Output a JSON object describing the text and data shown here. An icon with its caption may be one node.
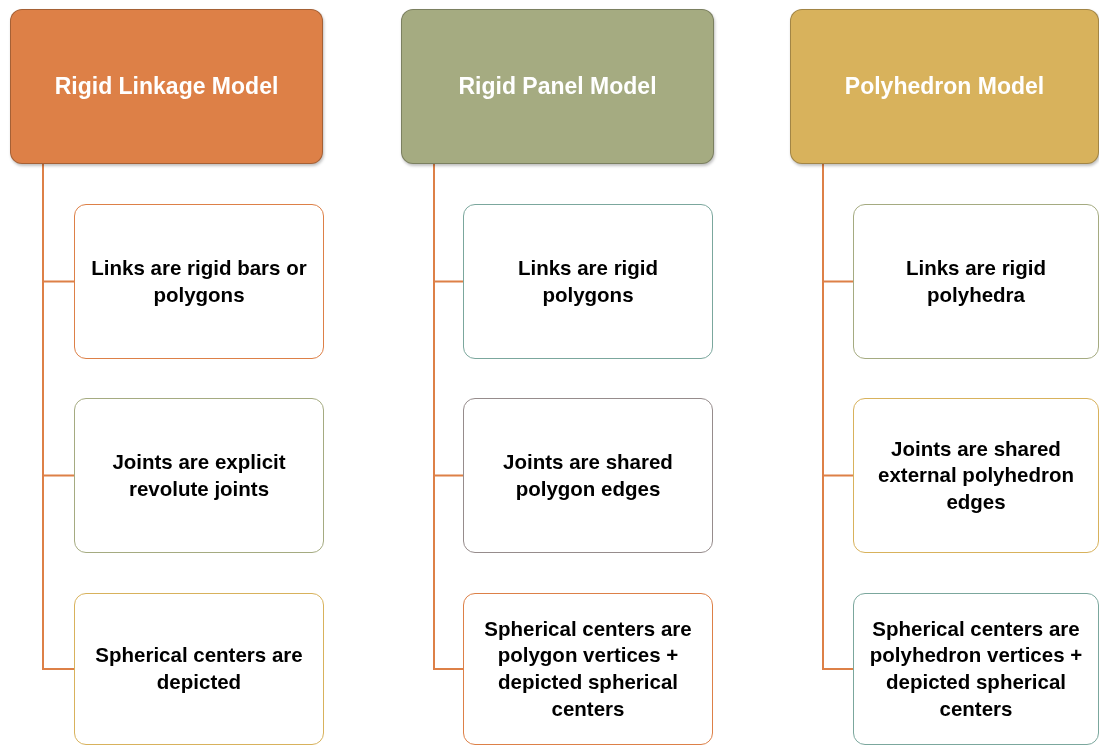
{
  "diagram": {
    "nodes": [
      {
        "text": [
          "Rigid Linkage Model"
        ]
      },
      {
        "text": [
          "Links are rigid bars or polygons"
        ]
      },
      {
        "text": [
          "Joints are explicit revolute joints"
        ]
      },
      {
        "text": [
          "Spherical centers are depicted"
        ]
      },
      {
        "text": [
          "Rigid Panel Model"
        ]
      },
      {
        "text": [
          "Links are rigid polygons"
        ]
      },
      {
        "text": [
          "Joints are shared polygon edges"
        ]
      },
      {
        "text": [
          "Spherical centers are polygon vertices + depicted spherical centers"
        ]
      },
      {
        "text": [
          "Polyhedron Model"
        ]
      },
      {
        "text": [
          "Links are rigid polyhedra"
        ]
      },
      {
        "text": [
          "Joints are shared external polyhedron edges"
        ]
      },
      {
        "text": [
          "Spherical centers are polyhedron vertices + depicted spherical centers"
        ]
      }
    ],
    "edges": [
      {
        "from": 0,
        "to": 1,
        "arrow": "none"
      },
      {
        "from": 0,
        "to": 2,
        "arrow": "none"
      },
      {
        "from": 0,
        "to": 3,
        "arrow": "none"
      },
      {
        "from": 4,
        "to": 5,
        "arrow": "none"
      },
      {
        "from": 4,
        "to": 6,
        "arrow": "none"
      },
      {
        "from": 4,
        "to": 7,
        "arrow": "none"
      },
      {
        "from": 8,
        "to": 9,
        "arrow": "none"
      },
      {
        "from": 8,
        "to": 10,
        "arrow": "none"
      },
      {
        "from": 8,
        "to": 11,
        "arrow": "none"
      }
    ]
  }
}
